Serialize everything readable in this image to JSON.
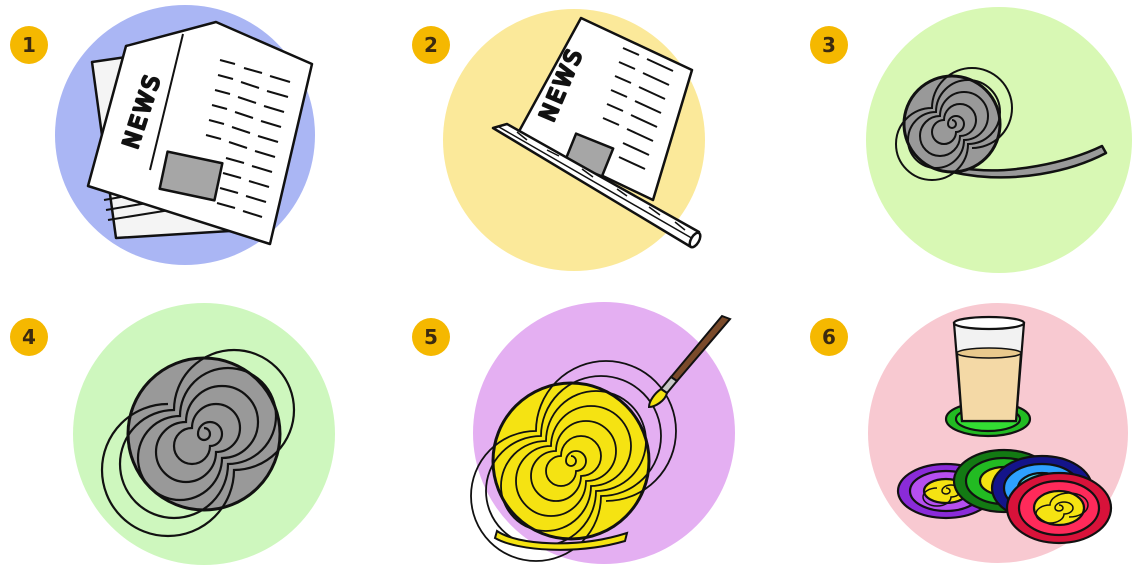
{
  "steps": [
    {
      "number": "1",
      "bg": "#aab6f4",
      "newspaper_text": "NEWS"
    },
    {
      "number": "2",
      "bg": "#fbe99a",
      "newspaper_text": "NEWS"
    },
    {
      "number": "3",
      "bg": "#d8f8b4"
    },
    {
      "number": "4",
      "bg": "#cef7be"
    },
    {
      "number": "5",
      "bg": "#e4aff2"
    },
    {
      "number": "6",
      "bg": "#f8c9d1"
    }
  ],
  "colors": {
    "badge": "#f5b800",
    "roll_gray": "#999999",
    "paint_yellow": "#f5e312",
    "coaster_green": "#22bb22",
    "juice": "#f4d9a6"
  },
  "icons": {
    "step1": "newspaper-icon",
    "step2": "rolling-newspaper-icon",
    "step3": "paper-strip-coil-icon",
    "step4": "paper-coil-icon",
    "step5": "painted-coil-with-brush-icon",
    "step6": "glass-on-coasters-icon"
  }
}
